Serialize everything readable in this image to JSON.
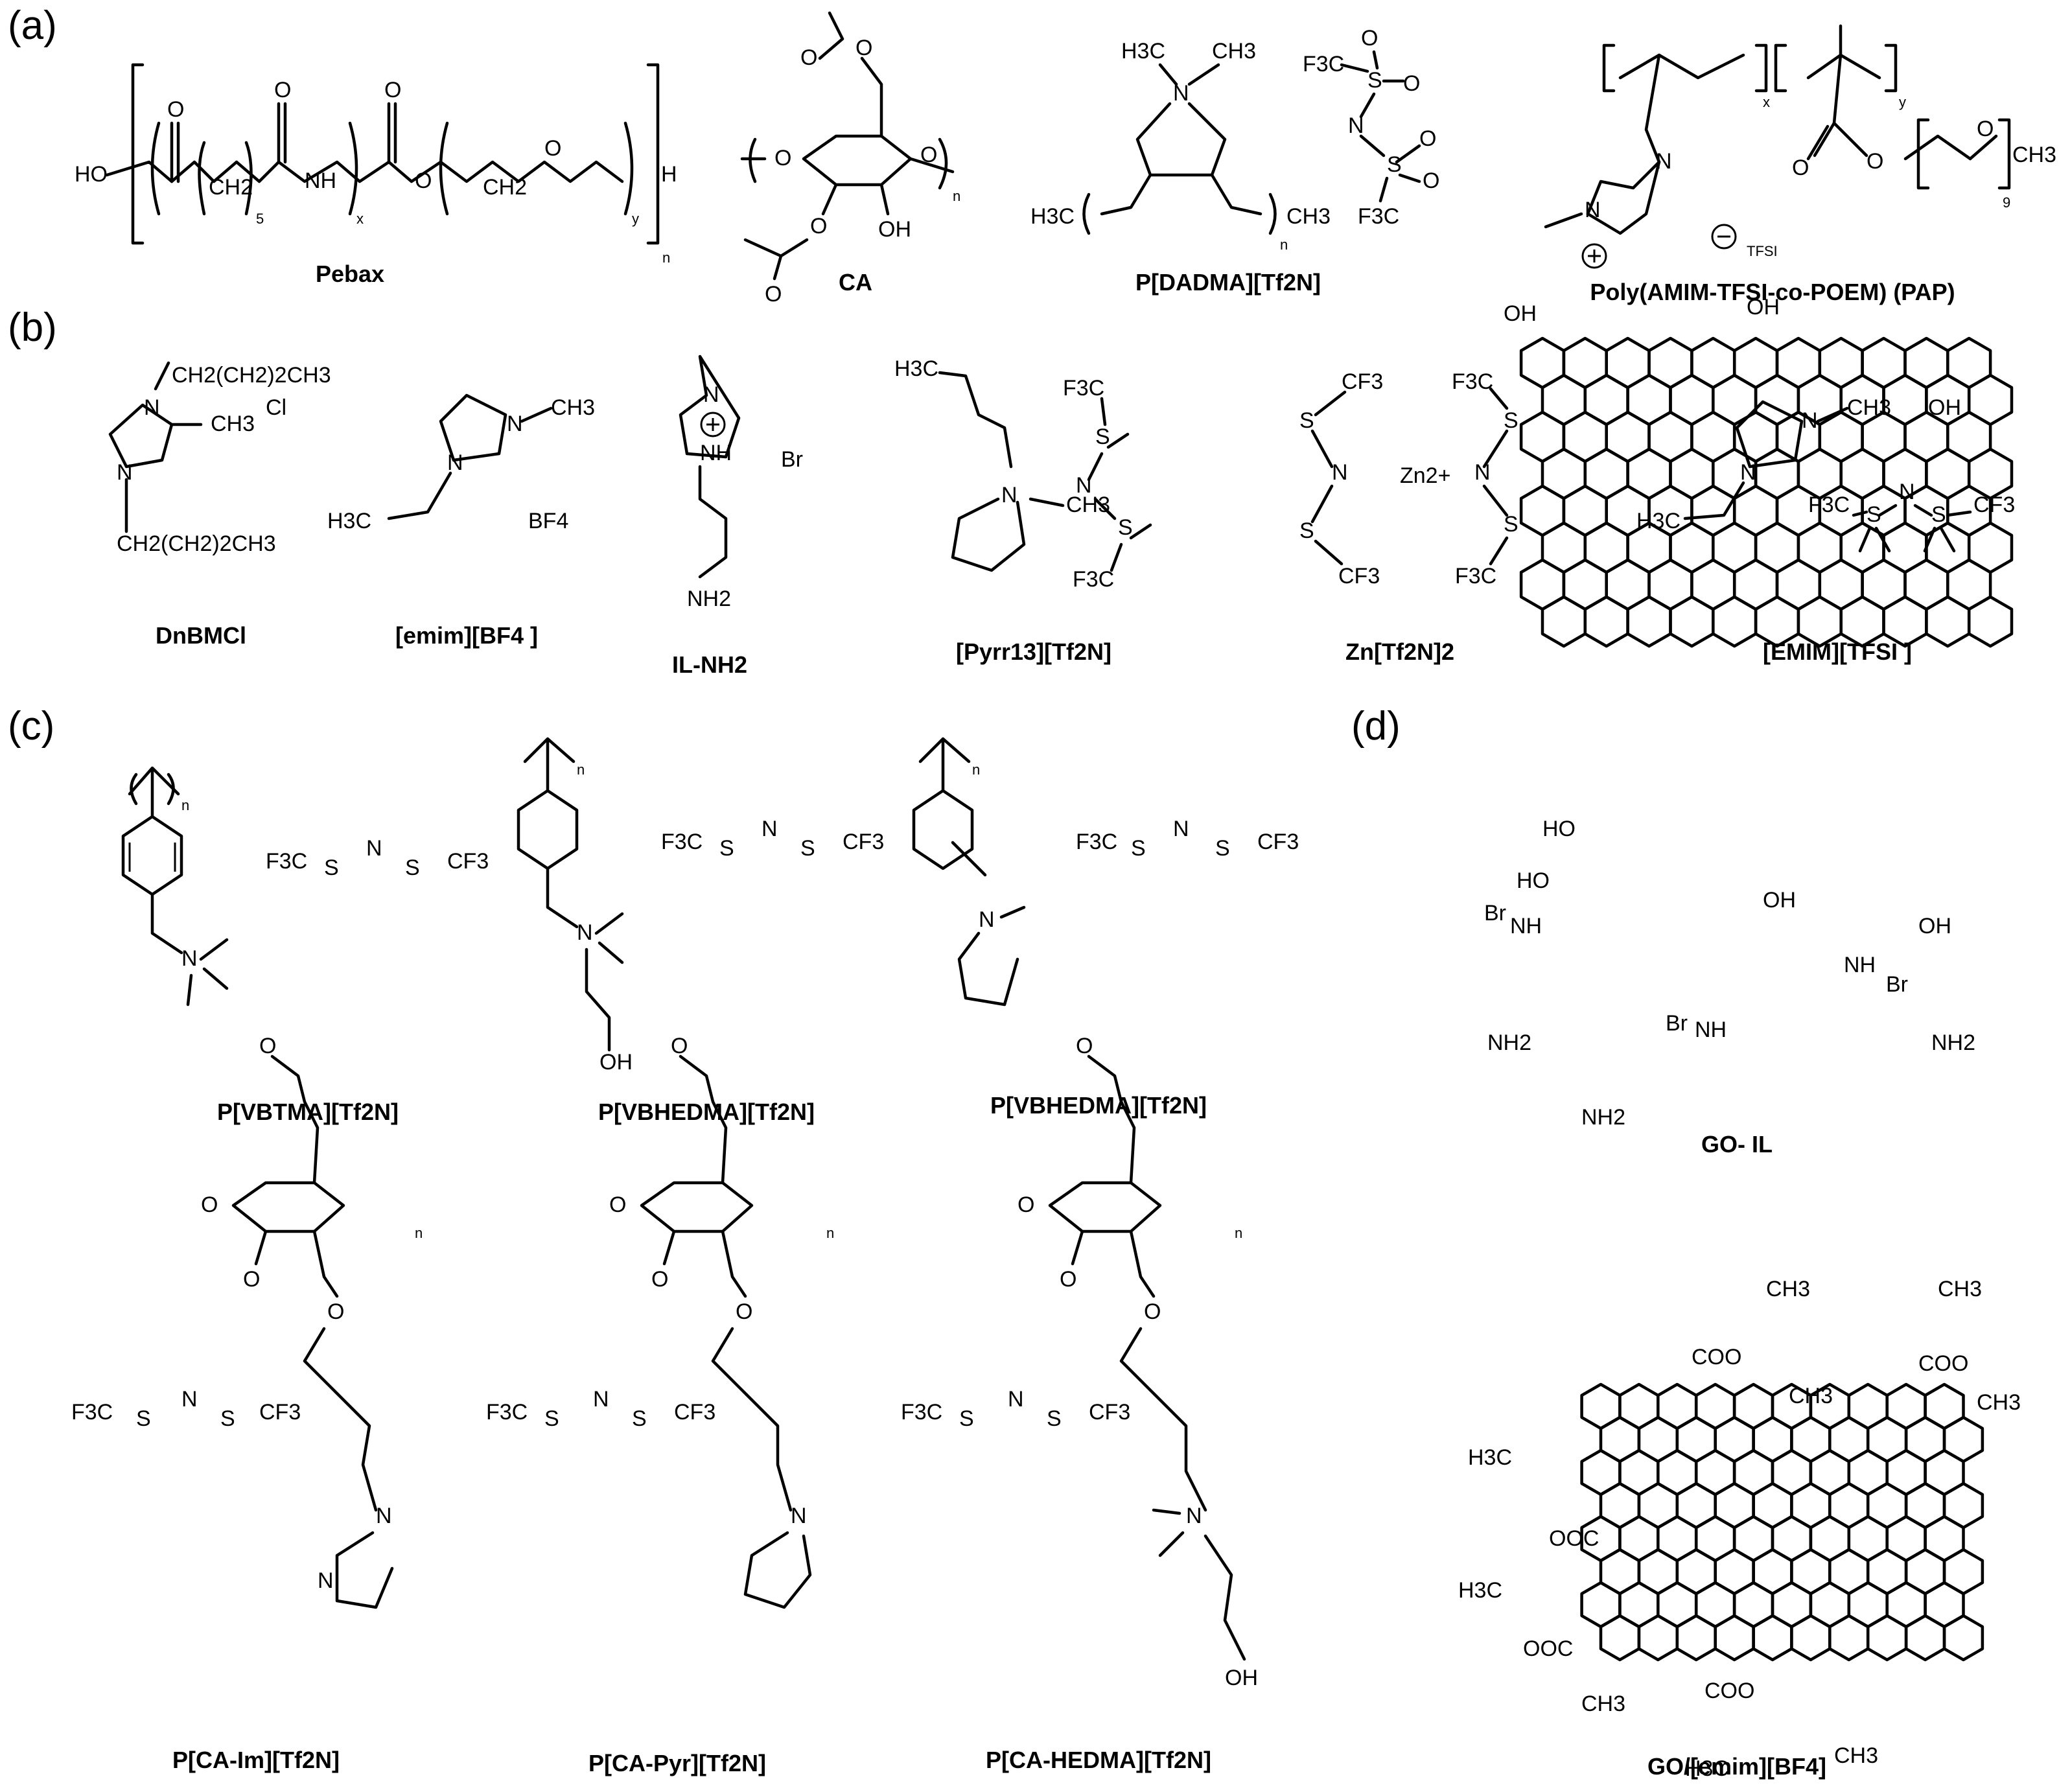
{
  "panels": {
    "a": {
      "label": "(a)",
      "captions": [
        "Pebax",
        "CA",
        "P[DADMA][Tf2N]",
        "Poly(AMIM-TFSI-co-POEM) (PAP)"
      ]
    },
    "b": {
      "label": "(b)",
      "captions": [
        "DnBMCl",
        "[emim][BF4 ]",
        "IL-NH2",
        "[Pyrr13][Tf2N]",
        "Zn[Tf2N]2",
        "[EMIM][TFSI ]"
      ]
    },
    "c": {
      "label": "(c)",
      "captions": [
        "P[VBTMA][Tf2N]",
        "P[VBHEDMA][Tf2N]",
        "P[VBHEDMA][Tf2N]",
        "P[CA-Im][Tf2N]",
        "P[CA-Pyr][Tf2N]",
        "P[CA-HEDMA][Tf2N]"
      ]
    },
    "d": {
      "label": "(d)",
      "captions": [
        "GO- IL",
        "GO/[emim][BF4]"
      ]
    }
  },
  "atom_text": {
    "HO": "HO",
    "OH": "OH",
    "O": "O",
    "H": "H",
    "N": "N",
    "NH": "NH",
    "NH2": "NH2",
    "H3C": "H3C",
    "CH3": "CH3",
    "F3C": "F3C",
    "CF3": "CF3",
    "S": "S",
    "Cl": "Cl",
    "Br": "Br",
    "BF4": "BF4",
    "Zn2+": "Zn2+",
    "TFSI": "TFSI",
    "COO": "COO",
    "OOC": "OOC",
    "CH2": "CH2",
    "n": "n",
    "x": "x",
    "y": "y",
    "five": "5",
    "nine": "9",
    "chain": "CH2(CH2)2CH3"
  }
}
